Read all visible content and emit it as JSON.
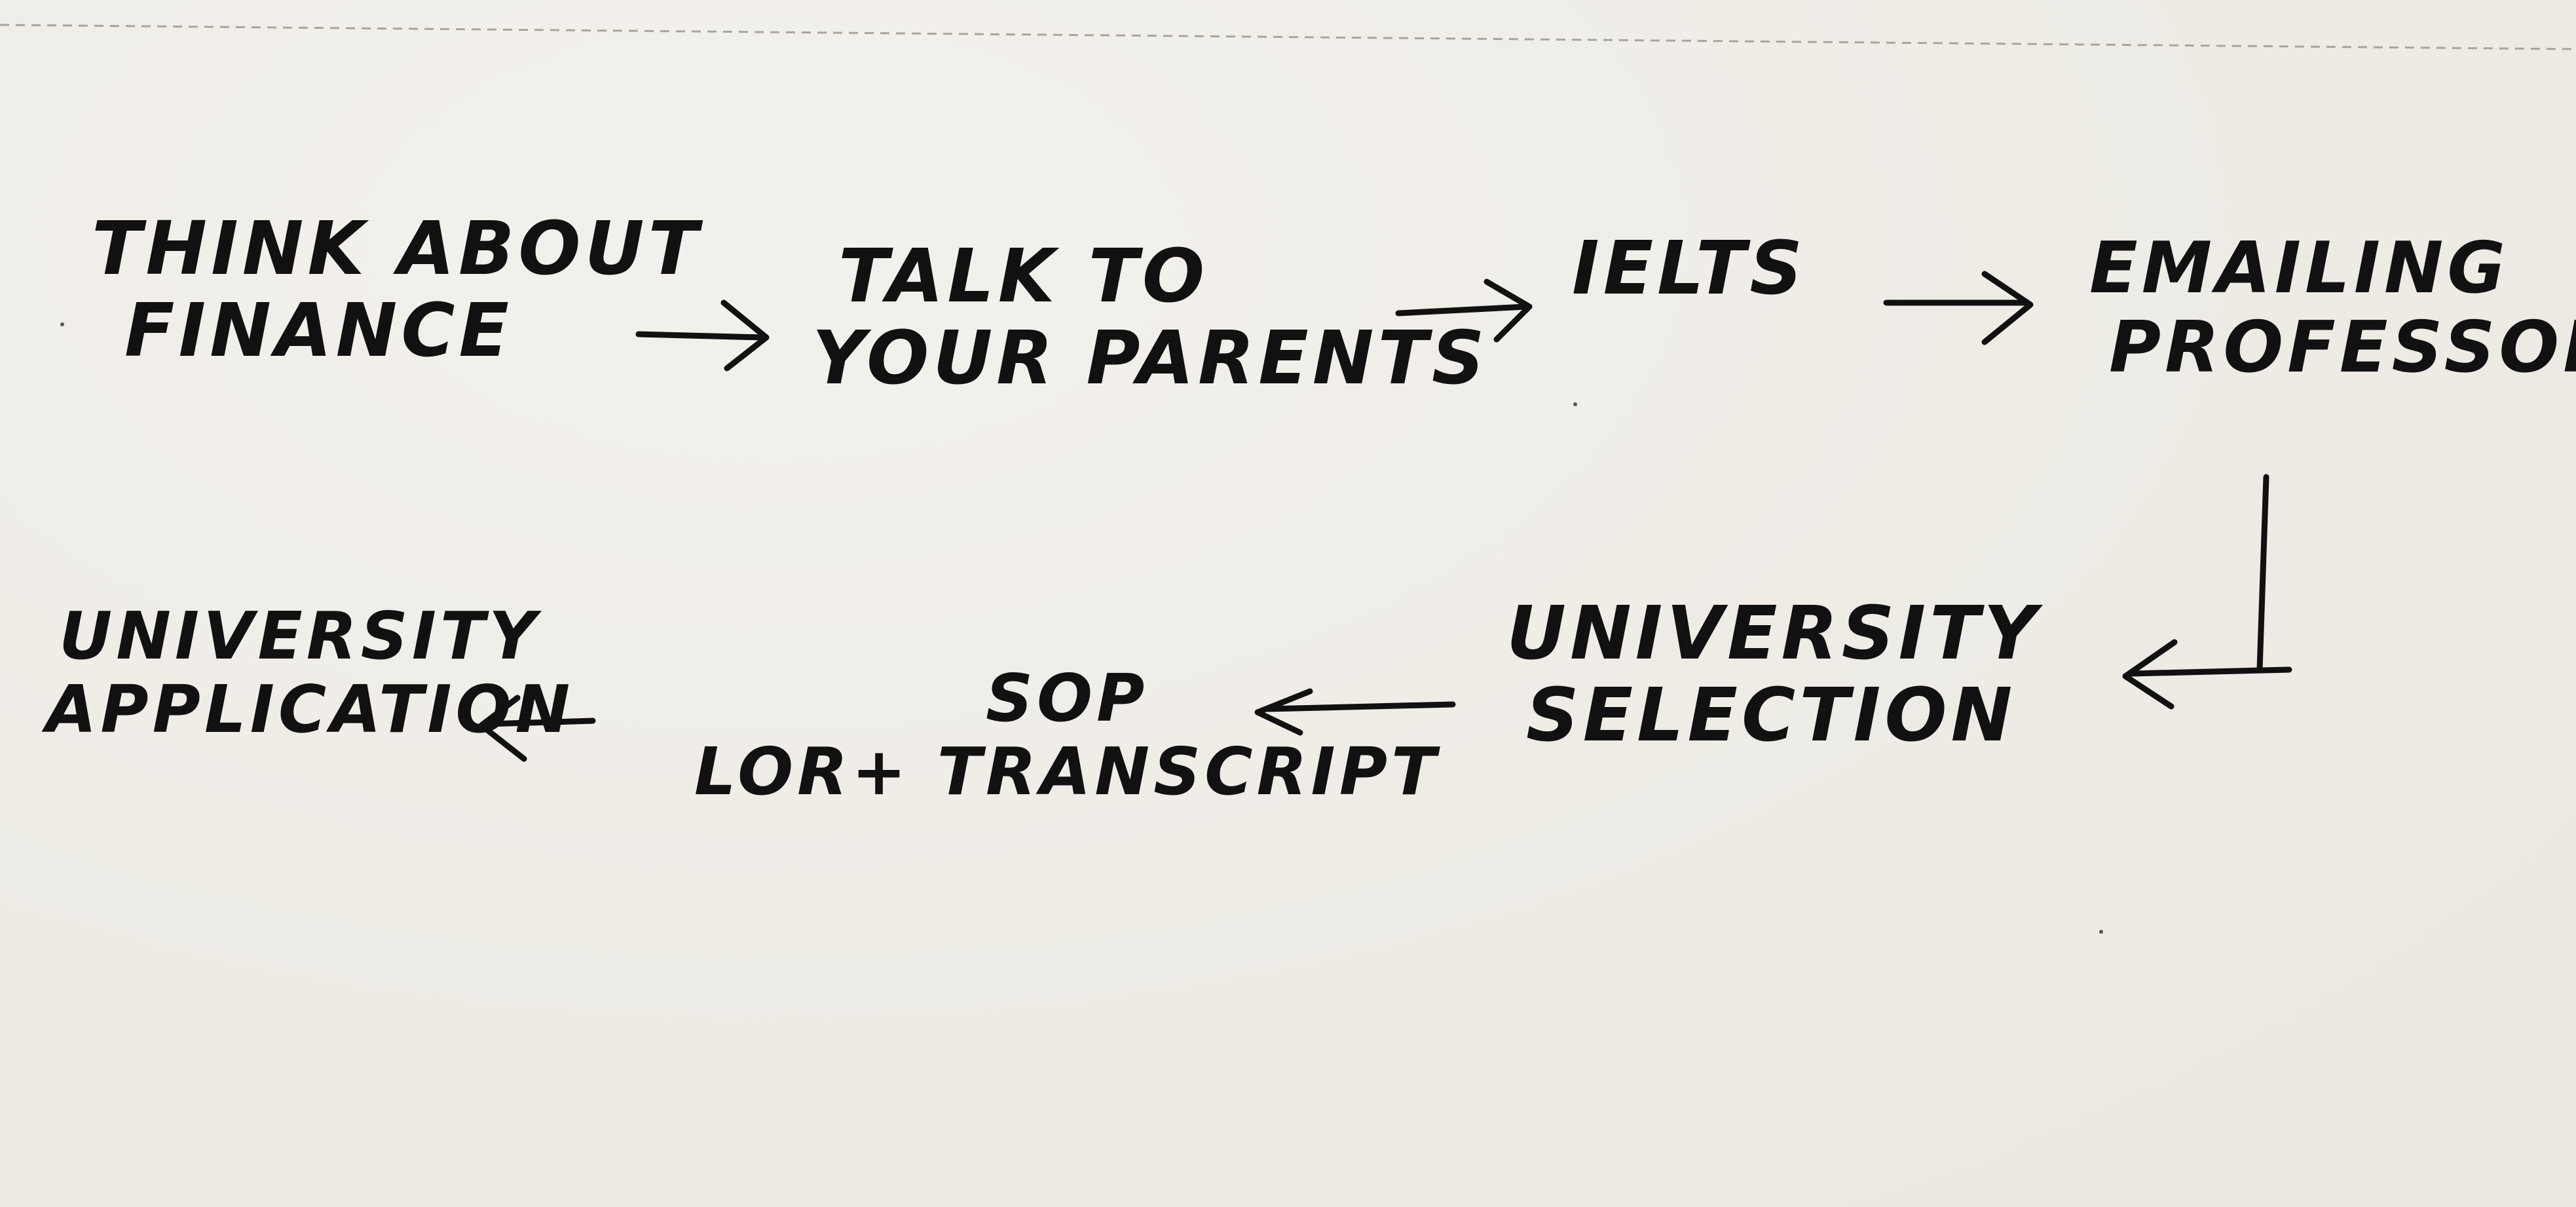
{
  "diagram": {
    "type": "flowchart",
    "nodes": [
      {
        "id": "finance",
        "lines": [
          "THINK ABOUT",
          "FINANCE"
        ]
      },
      {
        "id": "parents",
        "lines": [
          "TALK TO",
          "YOUR PARENTS"
        ]
      },
      {
        "id": "ielts",
        "lines": [
          "IELTS"
        ]
      },
      {
        "id": "professors",
        "lines": [
          "EMAILING",
          "PROFESSORS"
        ]
      },
      {
        "id": "selection",
        "lines": [
          "UNIVERSITY",
          "SELECTION"
        ]
      },
      {
        "id": "sop",
        "lines": [
          "SOP",
          "LOR+ TRANSCRIPT"
        ]
      },
      {
        "id": "application",
        "lines": [
          "UNIVERSITY",
          "APPLICATION"
        ]
      }
    ],
    "edges": [
      {
        "from": "finance",
        "to": "parents"
      },
      {
        "from": "parents",
        "to": "ielts"
      },
      {
        "from": "ielts",
        "to": "professors"
      },
      {
        "from": "professors",
        "to": "selection"
      },
      {
        "from": "selection",
        "to": "sop"
      },
      {
        "from": "sop",
        "to": "application"
      }
    ],
    "colors": {
      "ink": "#111111",
      "paper": "#efece6"
    }
  }
}
